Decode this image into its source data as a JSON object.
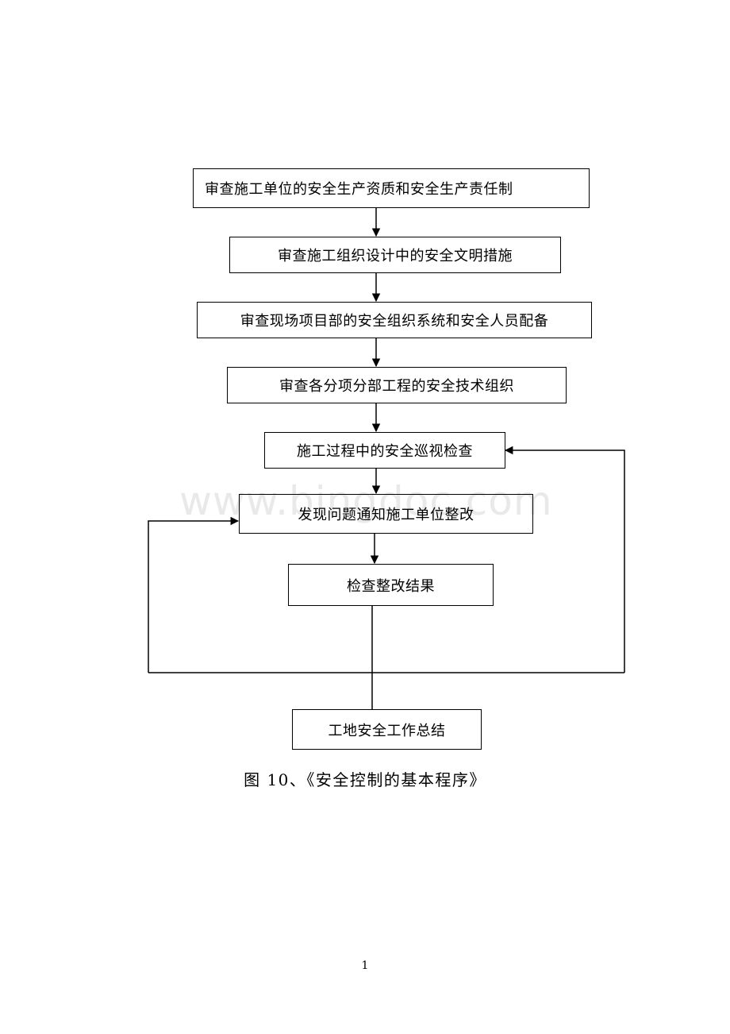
{
  "steps": [
    "审查施工单位的安全生产资质和安全生产责任制",
    "审查施工组织设计中的安全文明措施",
    "审查现场项目部的安全组织系统和安全人员配备",
    "审查各分项分部工程的安全技术组织",
    "施工过程中的安全巡视检查",
    "发现问题通知施工单位整改",
    "检查整改结果",
    "工地安全工作总结"
  ],
  "watermark": "www.bingdoc.com",
  "caption": "图 10、《安全控制的基本程序》",
  "page_number": "1"
}
